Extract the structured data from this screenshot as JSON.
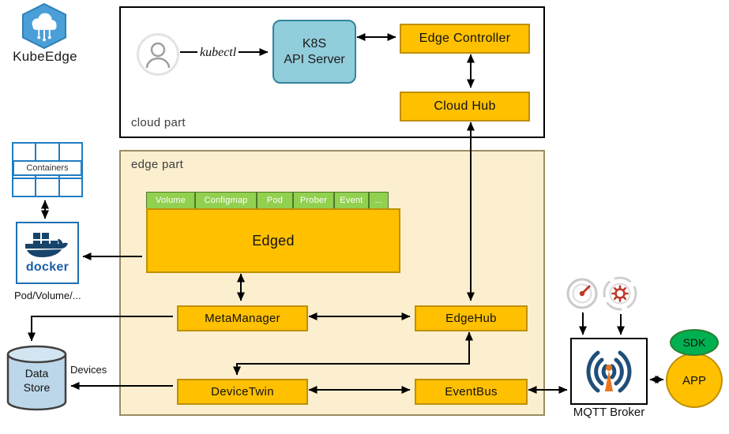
{
  "brand": {
    "name": "KubeEdge"
  },
  "cloud_part": {
    "label": "cloud part",
    "kubectl_label": "kubectl",
    "k8s": {
      "line1": "K8S",
      "line2": "API Server"
    },
    "edge_controller": "Edge Controller",
    "cloud_hub": "Cloud Hub"
  },
  "edge_part": {
    "label": "edge part",
    "edged": "Edged",
    "edged_tabs": [
      "Volume",
      "Configmap",
      "Pod",
      "Prober",
      "Event",
      "..."
    ],
    "meta_manager": "MetaManager",
    "edge_hub": "EdgeHub",
    "device_twin": "DeviceTwin",
    "event_bus": "EventBus"
  },
  "left_column": {
    "containers_label": "Containers",
    "docker_label": "docker",
    "pod_volume_label": "Pod/Volume/...",
    "data_store": {
      "line1": "Data",
      "line2": "Store"
    },
    "devices_label": "Devices"
  },
  "right_column": {
    "mqtt_broker_label": "MQTT Broker",
    "sdk_label": "SDK",
    "app_label": "APP"
  },
  "icons": {
    "kubeedge_logo": "blue-hexagon-with-cloud",
    "user": "person-in-circle",
    "containers": "blue-container-grid",
    "docker": "docker-whale",
    "data_store": "database-cylinder",
    "mqtt": "radio-signal-antenna",
    "gauge": "speedometer-dial",
    "gear": "gear-in-rings"
  },
  "colors": {
    "module_orange": "#FFC000",
    "module_orange_border": "#BF9000",
    "k8s_blue": "#92CDDC",
    "tab_green": "#92D050",
    "edge_bg": "#FBEFCF",
    "docker_blue": "#1F6FB2",
    "cylinder_blue": "#BDD7EA",
    "sdk_green": "#00B050",
    "arrow": "#000000"
  }
}
